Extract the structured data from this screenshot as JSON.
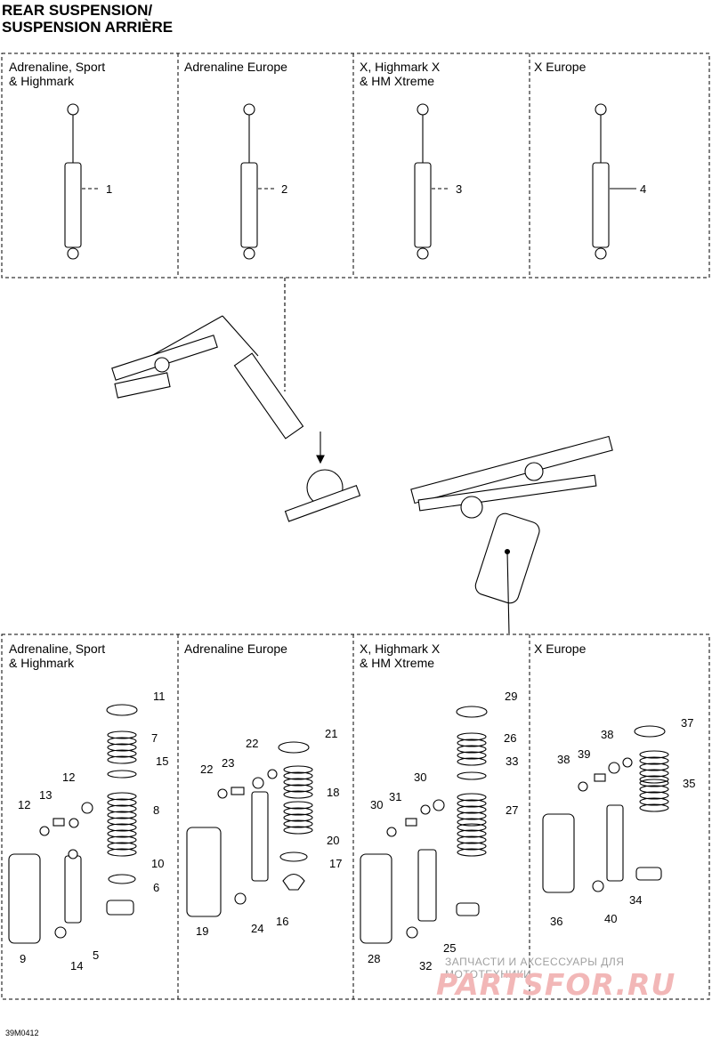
{
  "title": {
    "line1": "REAR SUSPENSION/",
    "line2": "SUSPENSION ARRIÈRE"
  },
  "top_panels": [
    {
      "line1": "Adrenaline, Sport",
      "line2": "& Highmark",
      "part": "1"
    },
    {
      "line1": "Adrenaline Europe",
      "line2": "",
      "part": "2"
    },
    {
      "line1": "X, Highmark X",
      "line2": "& HM Xtreme",
      "part": "3"
    },
    {
      "line1": "X Europe",
      "line2": "",
      "part": "4"
    }
  ],
  "bottom_panels": [
    {
      "line1": "Adrenaline, Sport",
      "line2": "& Highmark",
      "parts": [
        "11",
        "7",
        "15",
        "8",
        "10",
        "6",
        "12",
        "13",
        "12",
        "9",
        "14",
        "5"
      ]
    },
    {
      "line1": "Adrenaline Europe",
      "line2": "",
      "parts": [
        "21",
        "22",
        "23",
        "22",
        "18",
        "20",
        "17",
        "19",
        "24",
        "16"
      ]
    },
    {
      "line1": "X, Highmark X",
      "line2": "& HM Xtreme",
      "parts": [
        "29",
        "26",
        "33",
        "30",
        "31",
        "30",
        "27",
        "28",
        "32",
        "25"
      ]
    },
    {
      "line1": "X Europe",
      "line2": "",
      "parts": [
        "37",
        "38",
        "39",
        "38",
        "35",
        "36",
        "40",
        "34"
      ]
    }
  ],
  "footer_code": "39M0412",
  "watermark": {
    "line1": "ЗАПЧАСТИ И АКСЕССУАРЫ ДЛЯ МОТОТЕХНИКИ",
    "line2": "PARTSFOR.RU"
  }
}
